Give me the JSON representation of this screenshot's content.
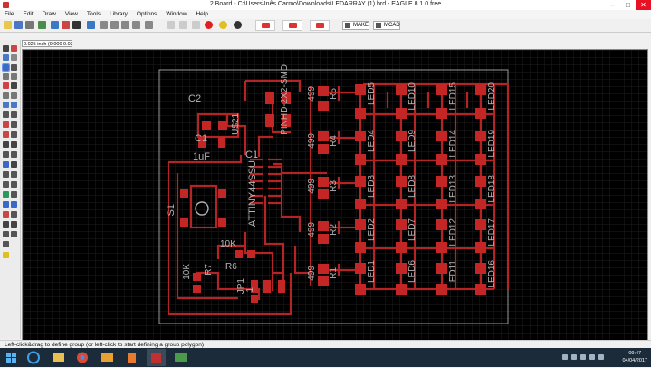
{
  "window": {
    "title": "2 Board - C:\\Users\\Inês Carmo\\Downloads\\LEDARRAY (1).brd - EAGLE 8.1.0 free",
    "minimize": "–",
    "maximize": "□",
    "close": "✕"
  },
  "menu": [
    "File",
    "Edit",
    "Draw",
    "View",
    "Tools",
    "Library",
    "Options",
    "Window",
    "Help"
  ],
  "toolbar": {
    "make_label": "MAKE",
    "mcad_label": "MCAD"
  },
  "coord": "0.025 inch (0.000 0.037)",
  "status": "Left-click&drag to define group (or left-click to start defining a group polygon)",
  "clock": {
    "time": "09:47",
    "date": "04/04/2017"
  },
  "colors": {
    "trace": "#b42424",
    "pad": "#c42626",
    "label": "#b4b4b4",
    "grid": "#202020"
  },
  "board": {
    "components": [
      {
        "ref": "IC2"
      },
      {
        "ref": "C1"
      },
      {
        "ref": "1uF"
      },
      {
        "ref": "U$21"
      },
      {
        "ref": "PINHD-2X2-SMD"
      },
      {
        "ref": "IC1"
      },
      {
        "ref": "ATTINY44SSU"
      },
      {
        "ref": "S1"
      },
      {
        "ref": "10K"
      },
      {
        "ref": "R6"
      },
      {
        "ref": "10K"
      },
      {
        "ref": "R7"
      },
      {
        "ref": "JP1"
      },
      {
        "ref": "1"
      }
    ],
    "resistors": [
      {
        "value": "499",
        "ref": "R5"
      },
      {
        "value": "499",
        "ref": "R4"
      },
      {
        "value": "499",
        "ref": "R3"
      },
      {
        "value": "499",
        "ref": "R2"
      },
      {
        "value": "499",
        "ref": "R1"
      }
    ],
    "led_columns": [
      [
        "LED5",
        "LED4",
        "LED3",
        "LED2",
        "LED1"
      ],
      [
        "LED10",
        "LED9",
        "LED8",
        "LED7",
        "LED6"
      ],
      [
        "LED15",
        "LED14",
        "LED13",
        "LED12",
        "LED11"
      ],
      [
        "LED20",
        "LED19",
        "LED18",
        "LED17",
        "LED16"
      ]
    ]
  }
}
